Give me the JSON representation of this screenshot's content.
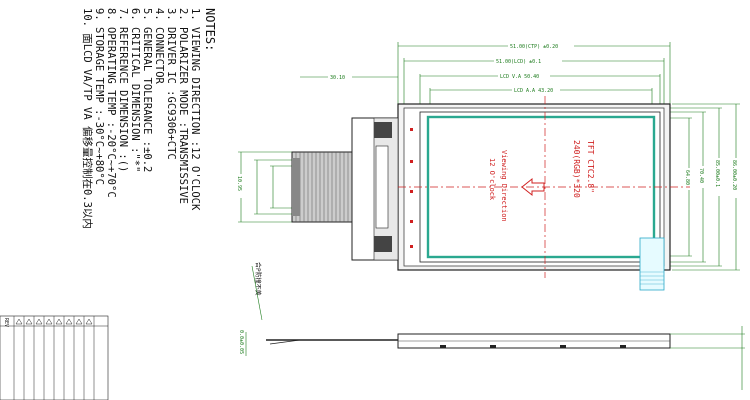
{
  "notes": {
    "title": "NOTES:",
    "items": [
      "1. VIEWING  DIRECTION  :12 O'CLOCK",
      "2. POLARIZER MODE       :TRANSMISSIVE",
      "3. DRIVER IC              :GC9306+CTC",
      "4. CONNECTOR",
      "5. GENERAL TOLERANCE    :±0.2",
      "6. CRITICAL DIMENSION  :\"*\"",
      "7. REFERENCE DIMENSION  :()",
      "8. OPERATING TEMP      :-20°C~+70°C",
      "9. STORAGE TEMP        :-30°C~+80°C",
      "10. 面LCD VA/TP VA 偏移量控制在0.3以内"
    ]
  },
  "panel": {
    "model": "TFT CTC2.8\"",
    "resolution": "240(RGB)*320",
    "viewing_label": "Viewing Direction",
    "viewing_value": "12 O'clock"
  },
  "dimensions": {
    "top": [
      "51.00(CTP) ±0.20",
      "51.00(LCD) ±0.1",
      "LCD V.A 50.40",
      "LCD A.A 43.20"
    ],
    "right": [
      "86.00±0.20",
      "85.00±0.1",
      "70.40",
      "64.80"
    ],
    "left_side": "30.10",
    "connector": "10.95",
    "tape_label": "合P防撞不黄",
    "bottom_left": "0.0±0.05"
  },
  "table": {
    "header": "REV"
  },
  "colors": {
    "dimension": "#1a7a1a",
    "centerline": "#d02020",
    "active_area": "#2aa890",
    "line": "#222222"
  }
}
